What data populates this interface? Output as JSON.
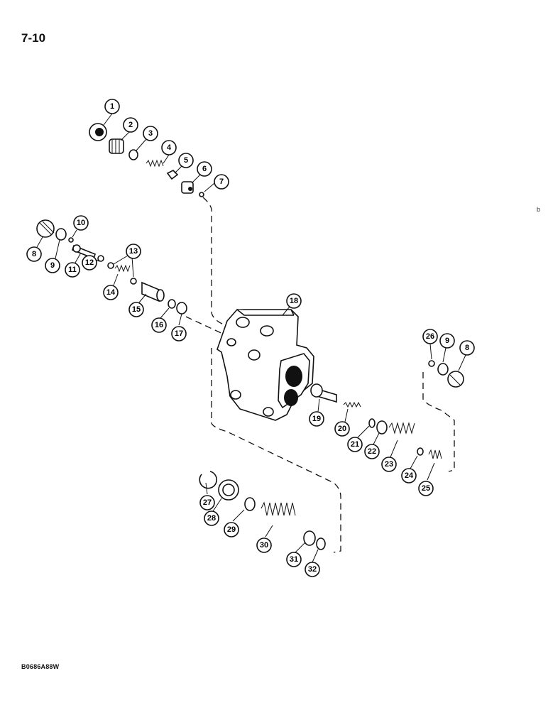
{
  "page": {
    "number": "7-10",
    "figure_code": "B0686A88W"
  },
  "callouts": [
    "1",
    "2",
    "3",
    "4",
    "5",
    "6",
    "7",
    "8",
    "9",
    "10",
    "11",
    "12",
    "13",
    "14",
    "15",
    "16",
    "17",
    "18",
    "19",
    "20",
    "21",
    "22",
    "23",
    "24",
    "25",
    "26",
    "9",
    "8",
    "27",
    "28",
    "29",
    "30",
    "31",
    "32"
  ],
  "margin_marks": [
    "b"
  ]
}
